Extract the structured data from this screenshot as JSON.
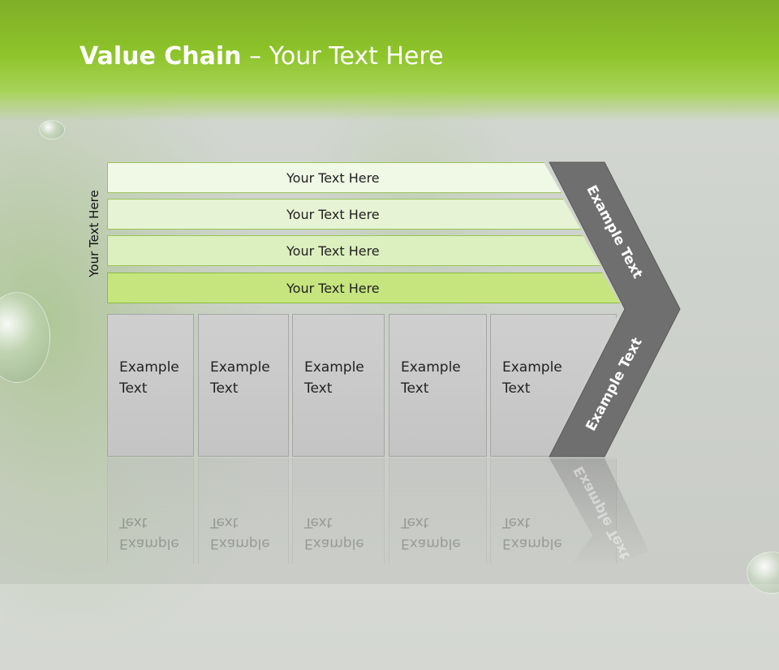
{
  "slide": {
    "title_bold": "Value Chain",
    "title_rest": " – Your Text Here",
    "side_label": "Your Text Here"
  },
  "bars": [
    {
      "label": "Your Text Here",
      "color": "#f0f8e6"
    },
    {
      "label": "Your Text Here",
      "color": "#e6f3d4"
    },
    {
      "label": "Your Text Here",
      "color": "#dcefbe"
    },
    {
      "label": "Your Text Here",
      "color": "#c6e57e"
    }
  ],
  "boxes": [
    {
      "line1": "Example",
      "line2": "Text"
    },
    {
      "line1": "Example",
      "line2": "Text"
    },
    {
      "line1": "Example",
      "line2": "Text"
    },
    {
      "line1": "Example",
      "line2": "Text"
    },
    {
      "line1": "Example",
      "line2": "Text"
    }
  ],
  "chevron": {
    "upper_label": "Example Text",
    "lower_label": "Example Text",
    "color": "#6f6f6f"
  },
  "colors": {
    "header_green": "#8ec42a"
  }
}
